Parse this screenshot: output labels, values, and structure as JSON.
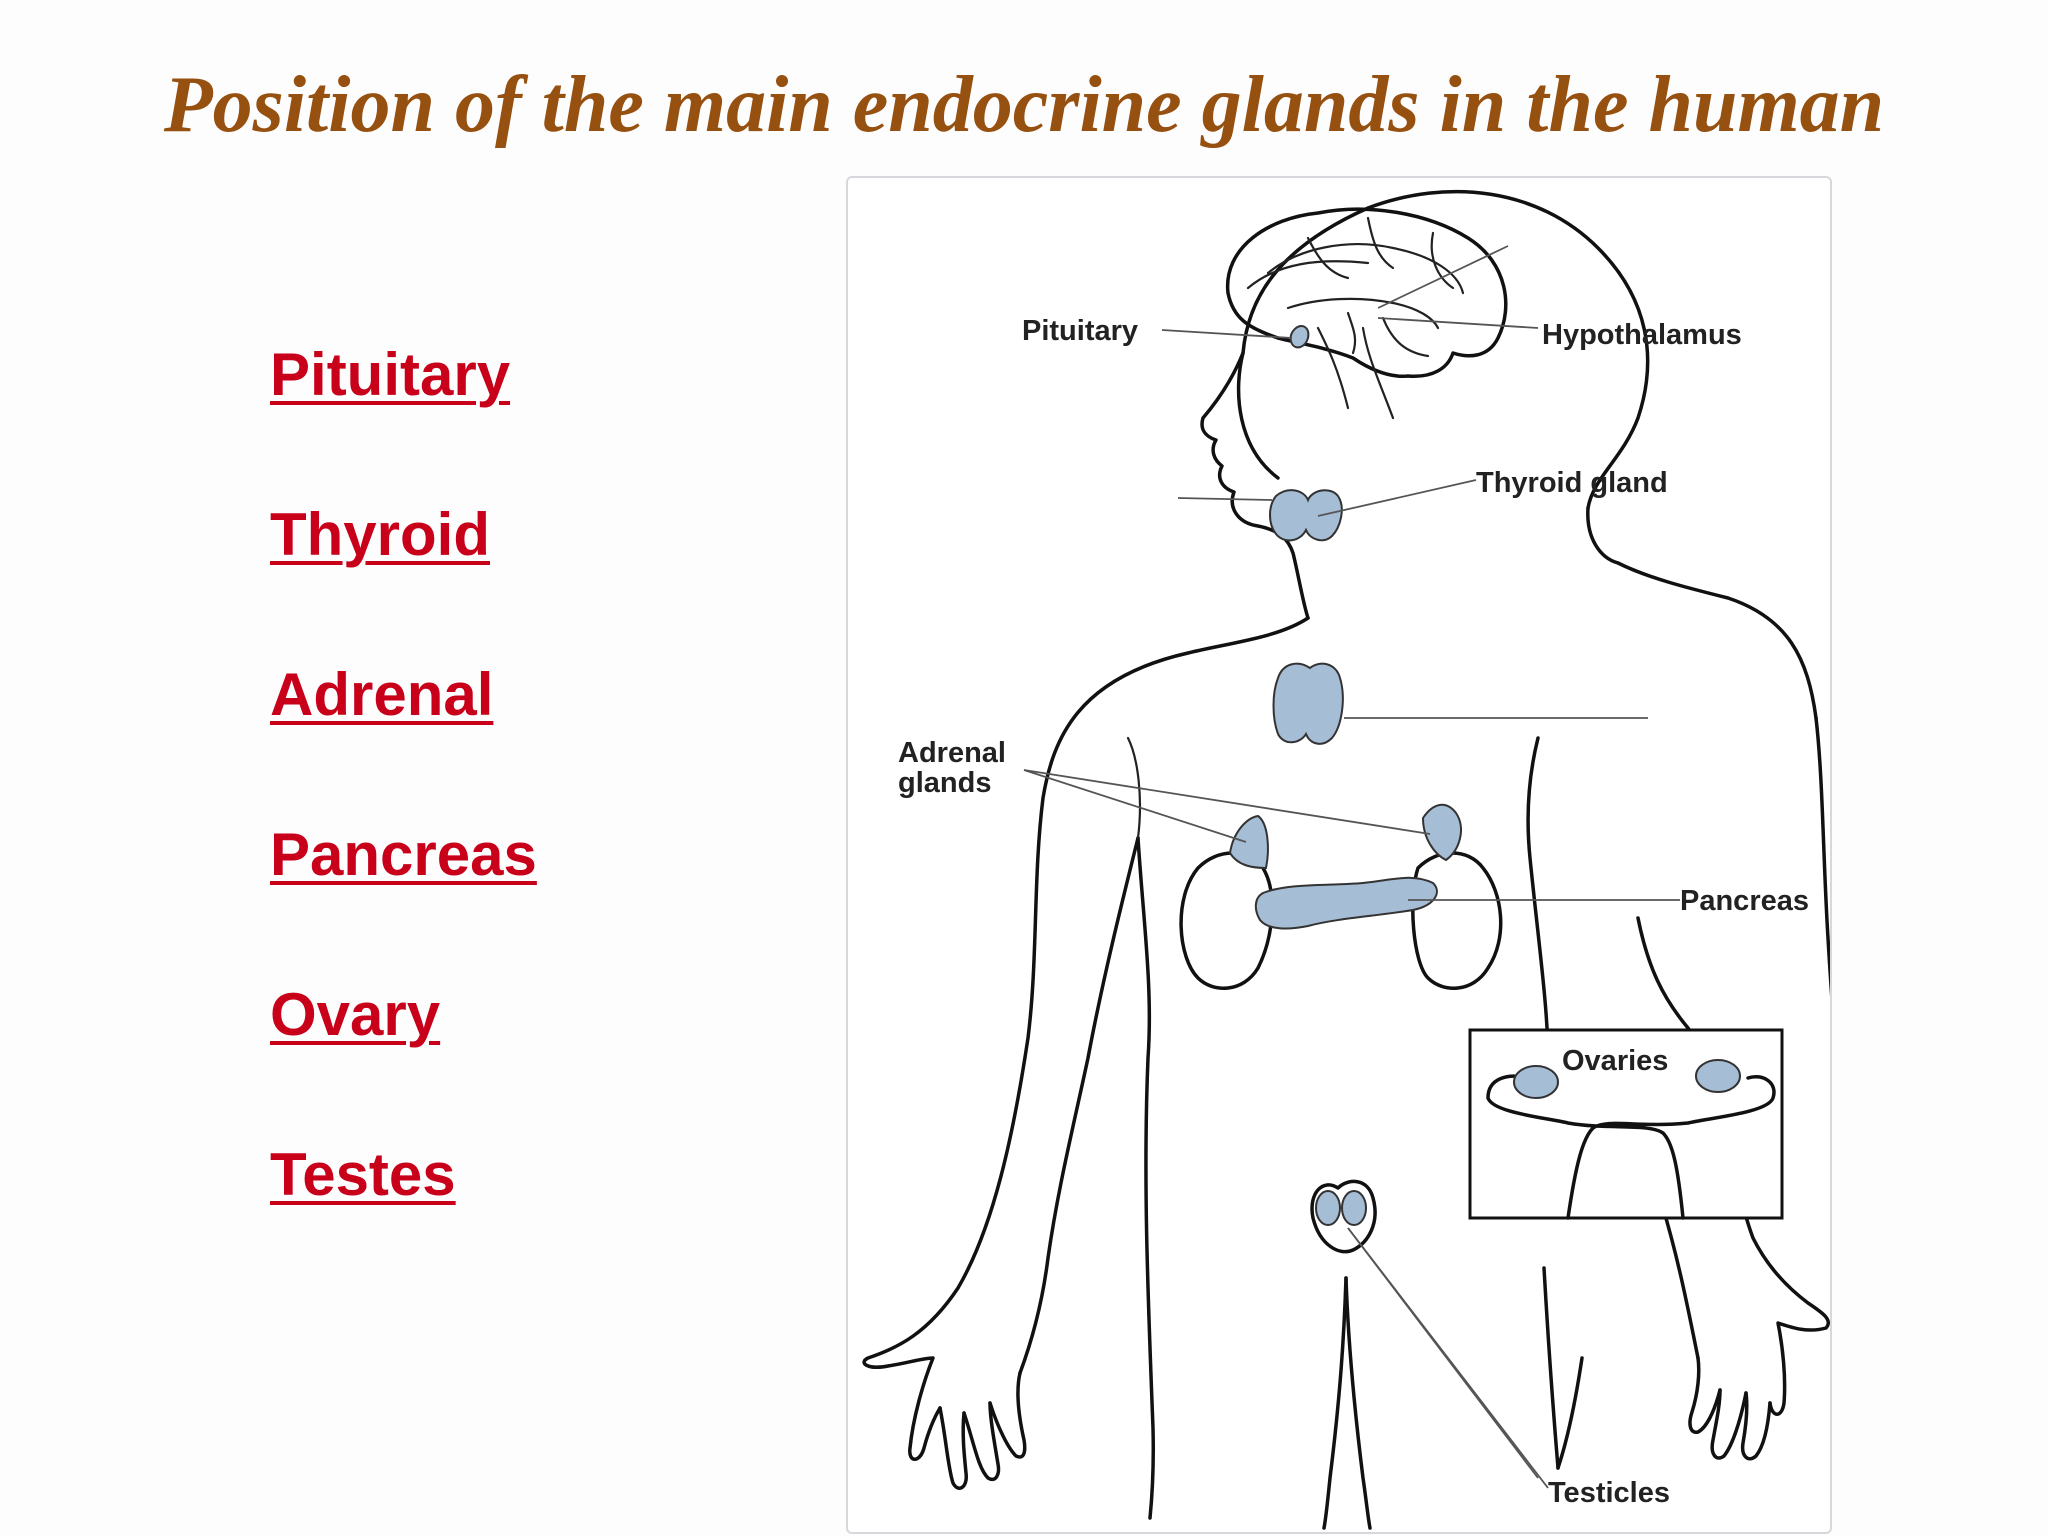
{
  "title": "Position of the main endocrine glands in the human",
  "gland_list": [
    {
      "label": "Pituitary"
    },
    {
      "label": "Thyroid"
    },
    {
      "label": "Adrenal"
    },
    {
      "label": "Pancreas"
    },
    {
      "label": "Ovary"
    },
    {
      "label": "Testes"
    }
  ],
  "figure_labels": {
    "pituitary": "Pituitary",
    "hypothalamus": "Hypothalamus",
    "thyroid": "Thyroid gland",
    "adrenal_line1": "Adrenal",
    "adrenal_line2": "glands",
    "pancreas": "Pancreas",
    "ovaries": "Ovaries",
    "testicles": "Testicles"
  },
  "colors": {
    "title": "#96500f",
    "links": "#c8001a",
    "gland_fill": "#a6bdd6"
  }
}
